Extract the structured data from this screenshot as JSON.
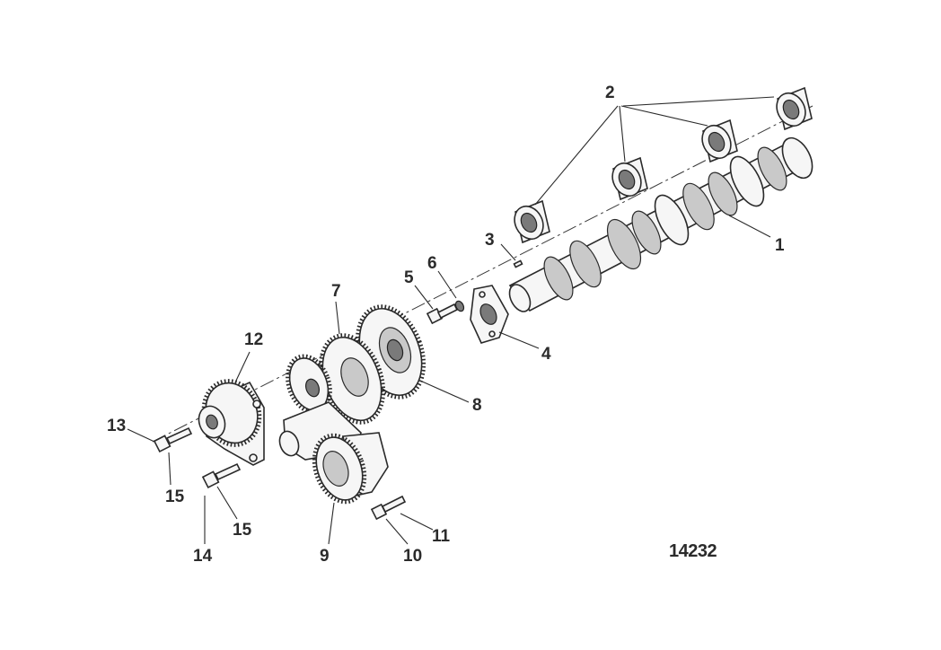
{
  "figure_number": "14232",
  "callouts": {
    "c1": "1",
    "c2": "2",
    "c3": "3",
    "c4": "4",
    "c5": "5",
    "c6": "6",
    "c7": "7",
    "c8": "8",
    "c9": "9",
    "c10": "10",
    "c11": "11",
    "c12": "12",
    "c13": "13",
    "c14": "14",
    "c15a": "15",
    "c15b": "15"
  }
}
